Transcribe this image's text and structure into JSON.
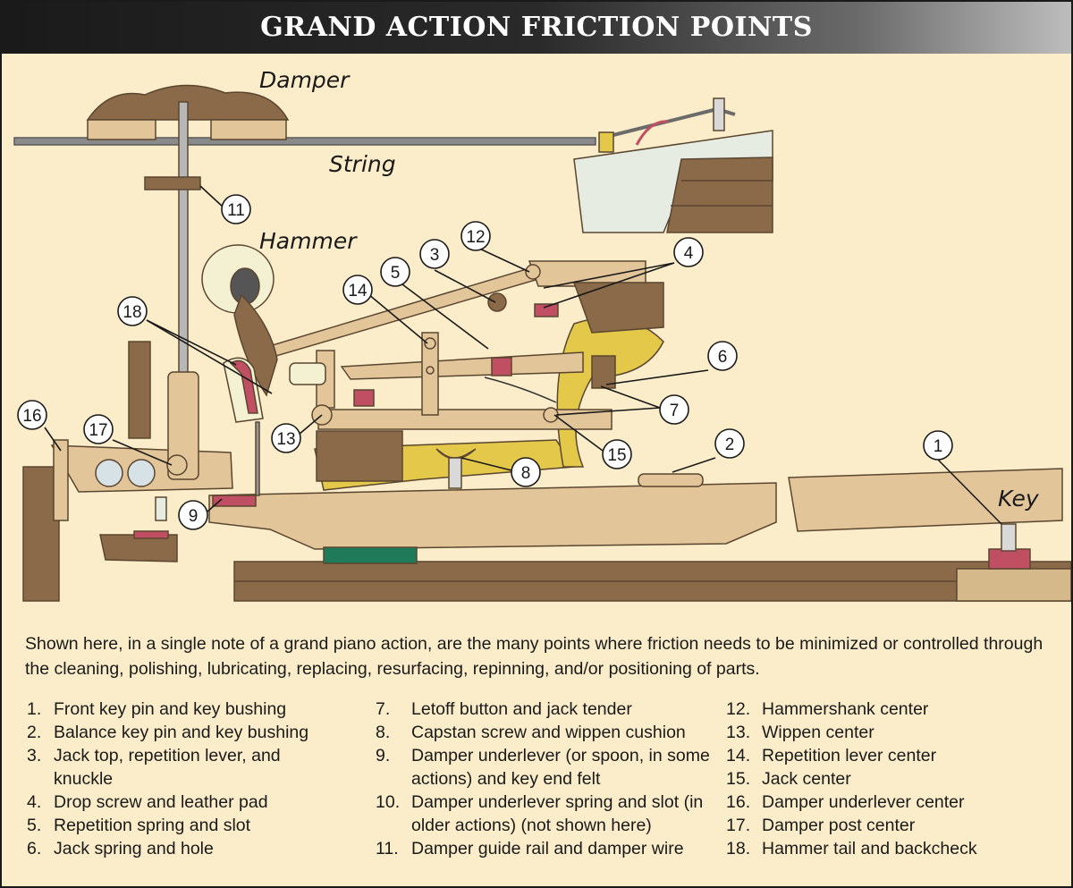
{
  "title": "GRAND ACTION FRICTION POINTS",
  "labels": {
    "damper": "Damper",
    "string": "String",
    "hammer": "Hammer",
    "key": "Key"
  },
  "callouts": [
    "1",
    "2",
    "3",
    "4",
    "5",
    "6",
    "7",
    "8",
    "9",
    "11",
    "12",
    "13",
    "14",
    "15",
    "16",
    "17",
    "18"
  ],
  "description": "Shown here, in a single note of a grand piano action, are the many points where friction needs to be minimized or controlled through the cleaning, polishing, lubricating, replacing, resurfacing, repinning, and/or positioning of parts.",
  "legend": {
    "col1": [
      {
        "num": "1.",
        "text": "Front key pin and key bushing"
      },
      {
        "num": "2.",
        "text": "Balance key pin and key bushing"
      },
      {
        "num": "3.",
        "text": "Jack top, repetition lever, and knuckle"
      },
      {
        "num": "4.",
        "text": "Drop screw and leather pad"
      },
      {
        "num": "5.",
        "text": "Repetition spring and slot"
      },
      {
        "num": "6.",
        "text": "Jack spring and hole"
      }
    ],
    "col2": [
      {
        "num": "7.",
        "text": "Letoff button and jack tender"
      },
      {
        "num": "8.",
        "text": "Capstan screw and wippen cushion"
      },
      {
        "num": "9.",
        "text": "Damper underlever (or spoon, in some actions) and key end felt"
      },
      {
        "num": "10.",
        "text": "Damper underlever spring and slot (in older actions) (not shown here)"
      },
      {
        "num": "11.",
        "text": "Damper guide rail and damper wire"
      }
    ],
    "col3": [
      {
        "num": "12.",
        "text": "Hammershank center"
      },
      {
        "num": "13.",
        "text": "Wippen center"
      },
      {
        "num": "14.",
        "text": "Repetition lever center"
      },
      {
        "num": "15.",
        "text": "Jack center"
      },
      {
        "num": "16.",
        "text": "Damper underlever center"
      },
      {
        "num": "17.",
        "text": "Damper post center"
      },
      {
        "num": "18.",
        "text": "Hammer tail and backcheck"
      }
    ]
  },
  "colors": {
    "wood_light": "#e2c69a",
    "wood_dark": "#8a6a48",
    "felt_red": "#c14f64",
    "felt_yellow": "#e3c84a",
    "frame_bg": "#fbedc9",
    "green_felt": "#1f7a5a",
    "pale_gray": "#e6ece2"
  }
}
